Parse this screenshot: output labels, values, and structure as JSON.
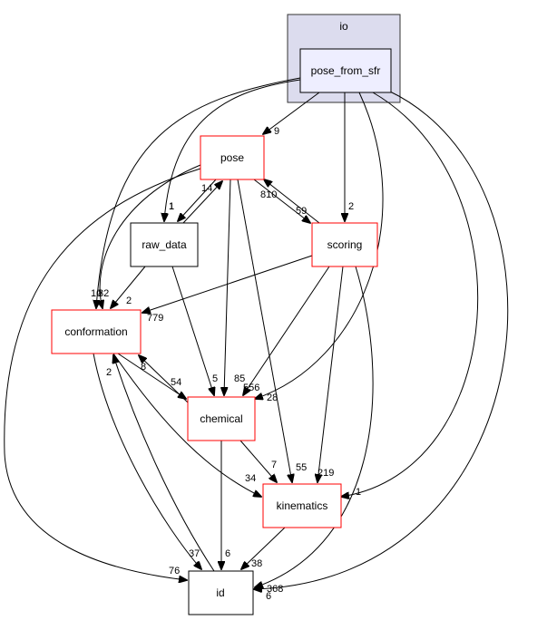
{
  "cluster": {
    "label": "io",
    "fill": "#dcdcee",
    "border": "#333333"
  },
  "colors": {
    "node_red_border": "#ff0000",
    "node_black_border": "#000000",
    "current_fill": "#eeeeff"
  },
  "nodes": {
    "pose_from_sfr": {
      "label": "pose_from_sfr"
    },
    "pose": {
      "label": "pose"
    },
    "raw_data": {
      "label": "raw_data"
    },
    "scoring": {
      "label": "scoring"
    },
    "conformation": {
      "label": "conformation"
    },
    "chemical": {
      "label": "chemical"
    },
    "kinematics": {
      "label": "kinematics"
    },
    "id": {
      "label": "id"
    }
  },
  "edges": [
    {
      "from": "pose_from_sfr",
      "to": "pose",
      "label": "9"
    },
    {
      "from": "pose_from_sfr",
      "to": "raw_data",
      "label": "1"
    },
    {
      "from": "pose_from_sfr",
      "to": "scoring",
      "label": "2"
    },
    {
      "from": "pose_from_sfr",
      "to": "conformation",
      "label": "10"
    },
    {
      "from": "pose_from_sfr",
      "to": "chemical",
      "label": "28"
    },
    {
      "from": "pose_from_sfr",
      "to": "kinematics",
      "label": "1"
    },
    {
      "from": "pose_from_sfr",
      "to": "id",
      "label": "6"
    },
    {
      "from": "pose",
      "to": "raw_data",
      "label": "1"
    },
    {
      "from": "raw_data",
      "to": "pose",
      "label": "14"
    },
    {
      "from": "pose",
      "to": "scoring",
      "label": "59"
    },
    {
      "from": "scoring",
      "to": "pose",
      "label": "810"
    },
    {
      "from": "pose",
      "to": "conformation",
      "label": "82"
    },
    {
      "from": "pose",
      "to": "chemical",
      "label": "85"
    },
    {
      "from": "pose",
      "to": "kinematics",
      "label": "55"
    },
    {
      "from": "pose",
      "to": "id",
      "label": "76"
    },
    {
      "from": "raw_data",
      "to": "conformation",
      "label": "2"
    },
    {
      "from": "raw_data",
      "to": "chemical",
      "label": "5"
    },
    {
      "from": "scoring",
      "to": "conformation",
      "label": "779"
    },
    {
      "from": "scoring",
      "to": "chemical",
      "label": "556"
    },
    {
      "from": "scoring",
      "to": "kinematics",
      "label": "219"
    },
    {
      "from": "scoring",
      "to": "id",
      "label": "368"
    },
    {
      "from": "conformation",
      "to": "chemical",
      "label": "54"
    },
    {
      "from": "chemical",
      "to": "conformation",
      "label": "8"
    },
    {
      "from": "conformation",
      "to": "kinematics",
      "label": "34"
    },
    {
      "from": "conformation",
      "to": "id",
      "label": "37"
    },
    {
      "from": "id",
      "to": "conformation",
      "label": "2"
    },
    {
      "from": "chemical",
      "to": "kinematics",
      "label": "7"
    },
    {
      "from": "chemical",
      "to": "id",
      "label": "6"
    },
    {
      "from": "kinematics",
      "to": "id",
      "label": "38"
    }
  ]
}
